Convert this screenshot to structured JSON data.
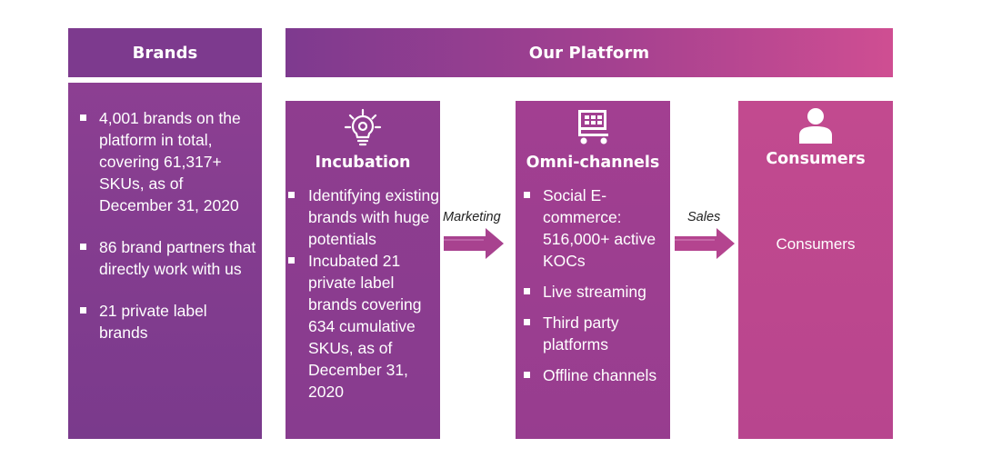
{
  "headers": {
    "brands": "Brands",
    "platform": "Our Platform"
  },
  "brands": {
    "bullets": [
      "4,001 brands on the platform in total, covering 61,317+ SKUs, as of December 31, 2020",
      "86 brand partners that directly work with us",
      "21 private label brands"
    ]
  },
  "incubation": {
    "title": "Incubation",
    "icon": "lightbulb-icon",
    "bullets": [
      "Identifying existing brands with huge potentials",
      "Incubated 21 private label brands covering 634 cumulative SKUs, as of December 31, 2020"
    ]
  },
  "omni_channels": {
    "title": "Omni-channels",
    "icon": "shopping-cart-icon",
    "bullets": [
      "Social E-commerce: 516,000+ active KOCs",
      "Live streaming",
      "Third party platforms",
      "Offline channels"
    ]
  },
  "consumers": {
    "title": "Consumers",
    "icon": "person-icon",
    "text": "Consumers"
  },
  "arrows": {
    "marketing": "Marketing",
    "sales": "Sales"
  },
  "colors": {
    "purple_dark": "#7d3a8e",
    "magenta": "#cf4e92",
    "arrow": "#a8428f"
  }
}
